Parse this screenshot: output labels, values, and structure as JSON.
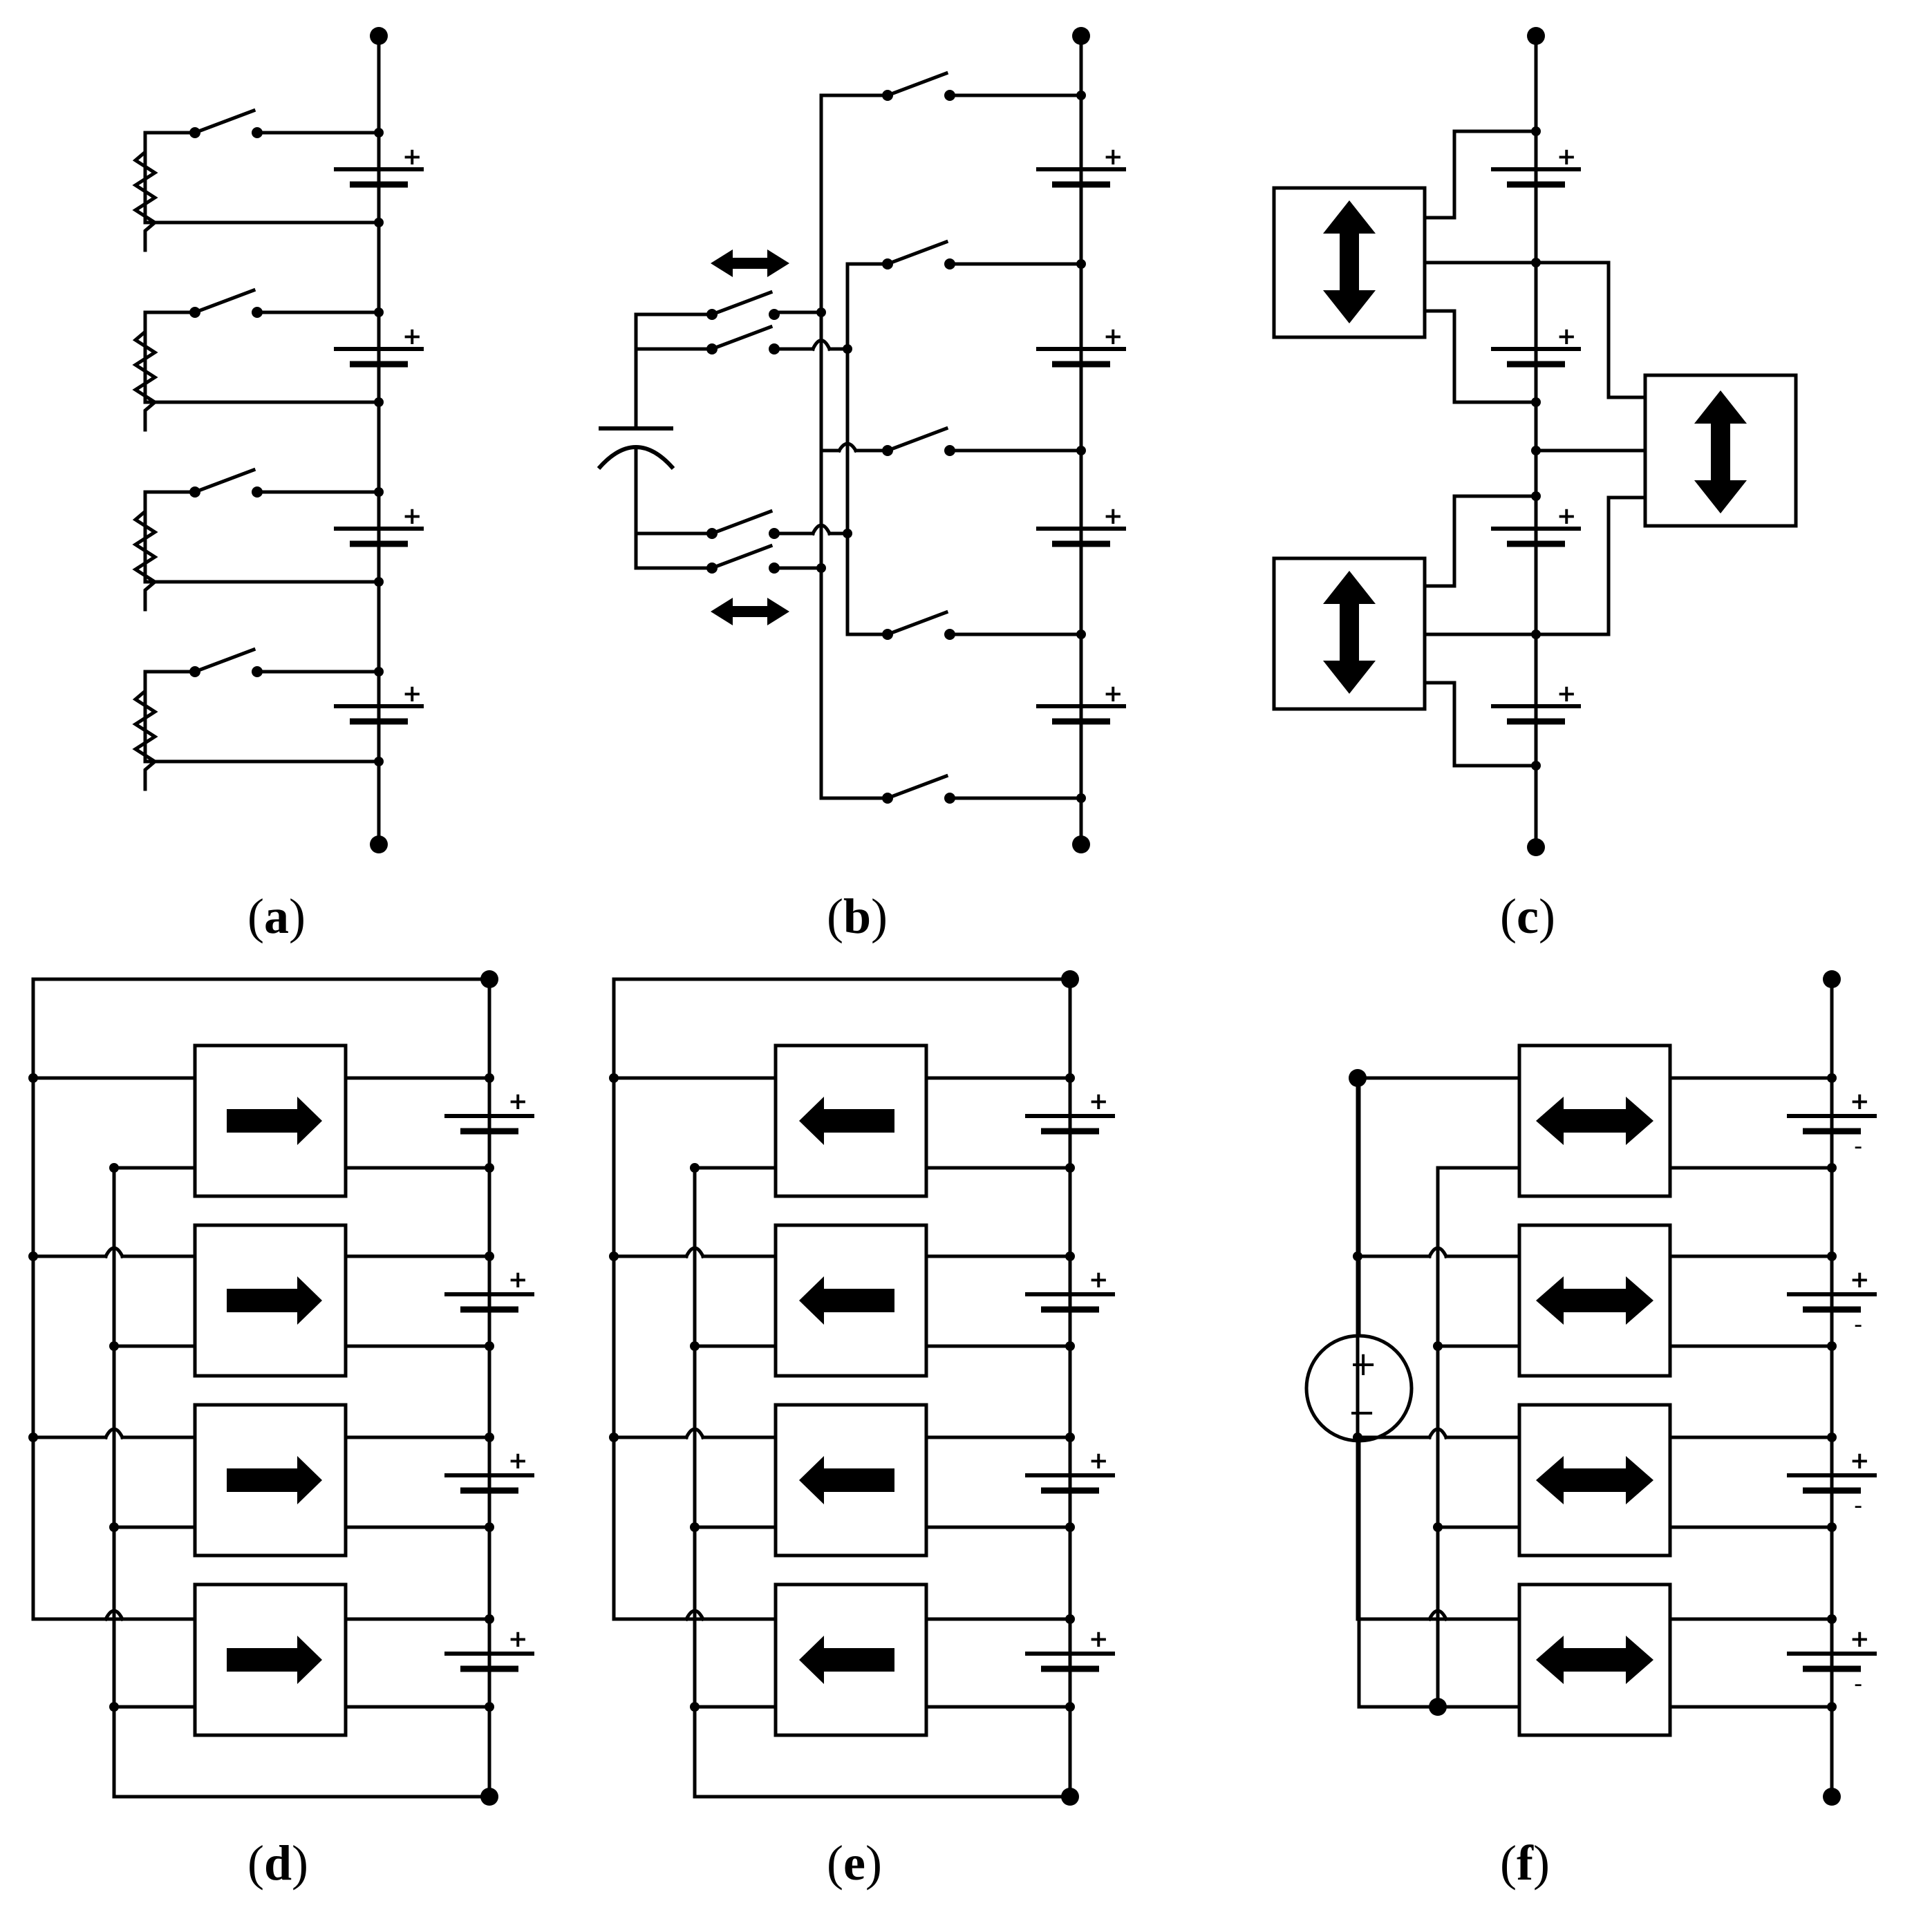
{
  "panels": [
    {
      "id": "a",
      "caption_open": "(",
      "caption_letter": "a",
      "caption_close": ")",
      "batteries": 4,
      "balancing": "resistor-bypass"
    },
    {
      "id": "b",
      "caption_open": "(",
      "caption_letter": "b",
      "caption_close": ")",
      "batteries": 4,
      "balancing": "flying-capacitor"
    },
    {
      "id": "c",
      "caption_open": "(",
      "caption_letter": "c",
      "caption_close": ")",
      "batteries": 4,
      "balancing": "bidirectional-converter-tree"
    },
    {
      "id": "d",
      "caption_open": "(",
      "caption_letter": "d",
      "caption_close": ")",
      "batteries": 4,
      "balancing": "cell-to-pack",
      "converter_arrow": "right-arrow-icon"
    },
    {
      "id": "e",
      "caption_open": "(",
      "caption_letter": "e",
      "caption_close": ")",
      "batteries": 4,
      "balancing": "pack-to-cell",
      "converter_arrow": "left-arrow-icon"
    },
    {
      "id": "f",
      "caption_open": "(",
      "caption_letter": "f",
      "caption_close": ")",
      "batteries": 4,
      "balancing": "bidirectional-with-source",
      "converter_arrow": "double-arrow-icon"
    }
  ],
  "symbols": {
    "battery_plus": "+",
    "battery_minus": "-",
    "source_plus": "+",
    "source_minus": "−"
  }
}
